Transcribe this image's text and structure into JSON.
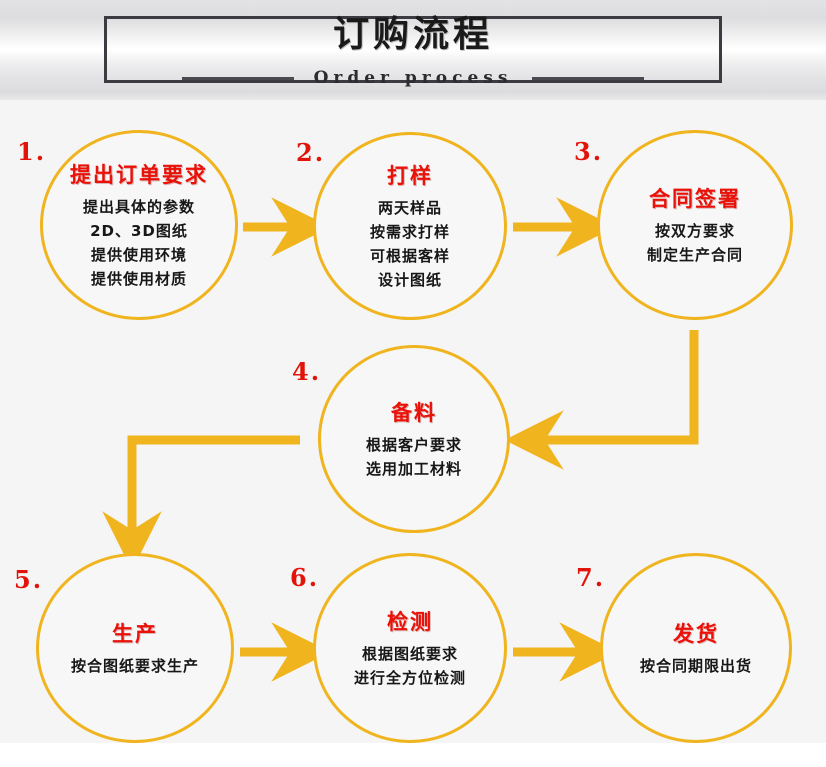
{
  "header": {
    "title_cn": "订购流程",
    "title_en": "Order process"
  },
  "colors": {
    "accent": "#f0b41e",
    "title_red": "#ea1108",
    "body_black": "#171717",
    "box_border": "#3b3b41",
    "background": "#f5f5f5"
  },
  "flow": {
    "type": "process-flowchart",
    "steps": [
      {
        "number": "1.",
        "title": "提出订单要求",
        "lines": [
          "提出具体的参数",
          "2D、3D图纸",
          "提供使用环境",
          "提供使用材质"
        ]
      },
      {
        "number": "2.",
        "title": "打样",
        "lines": [
          "两天样品",
          "按需求打样",
          "可根据客样",
          "设计图纸"
        ]
      },
      {
        "number": "3.",
        "title": "合同签署",
        "lines": [
          "按双方要求",
          "制定生产合同"
        ]
      },
      {
        "number": "4.",
        "title": "备料",
        "lines": [
          "根据客户要求",
          "选用加工材料"
        ]
      },
      {
        "number": "5.",
        "title": "生产",
        "lines": [
          "按合图纸要求生产"
        ]
      },
      {
        "number": "6.",
        "title": "检测",
        "lines": [
          "根据图纸要求",
          "进行全方位检测"
        ]
      },
      {
        "number": "7.",
        "title": "发货",
        "lines": [
          "按合同期限出货"
        ]
      }
    ],
    "connectors": [
      {
        "name": "arrow-1-to-2",
        "from": "1",
        "to": "2",
        "direction": "right"
      },
      {
        "name": "arrow-2-to-3",
        "from": "2",
        "to": "3",
        "direction": "right"
      },
      {
        "name": "arrow-3-to-4",
        "from": "3",
        "to": "4",
        "direction": "elbow-down-left"
      },
      {
        "name": "arrow-4-to-5",
        "from": "4",
        "to": "5",
        "direction": "elbow-left-down"
      },
      {
        "name": "arrow-5-to-6",
        "from": "5",
        "to": "6",
        "direction": "right"
      },
      {
        "name": "arrow-6-to-7",
        "from": "6",
        "to": "7",
        "direction": "right"
      }
    ]
  }
}
